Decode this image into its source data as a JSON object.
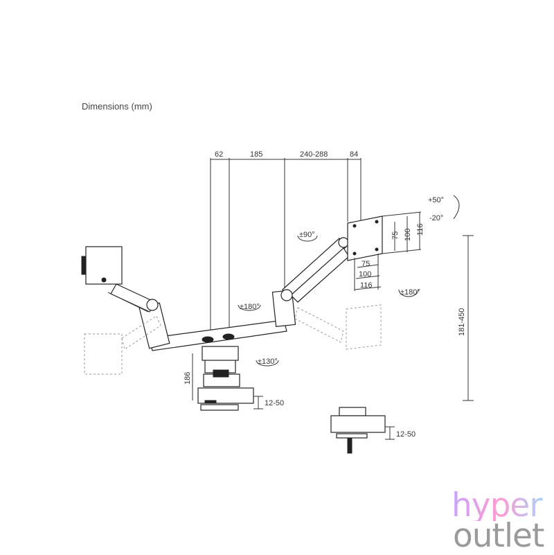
{
  "title": "Dimensions (mm)",
  "dims": {
    "top": [
      "62",
      "185",
      "240-288",
      "84"
    ],
    "height_range": "181-450",
    "post_height": "186",
    "clamp_left": "12-50",
    "clamp_right": "12-50",
    "vesa_vertical": [
      "75",
      "100",
      "116"
    ],
    "vesa_horizontal": [
      "75",
      "100",
      "116"
    ]
  },
  "rotations": {
    "tilt_up": "+50°",
    "tilt_down": "-20°",
    "swivel": "±90°",
    "rotate_screen": "±180°",
    "arm_rotate": "±180°",
    "base_rotate": "±130°"
  },
  "brand": {
    "line1": "hyper",
    "line2": "outlet"
  }
}
